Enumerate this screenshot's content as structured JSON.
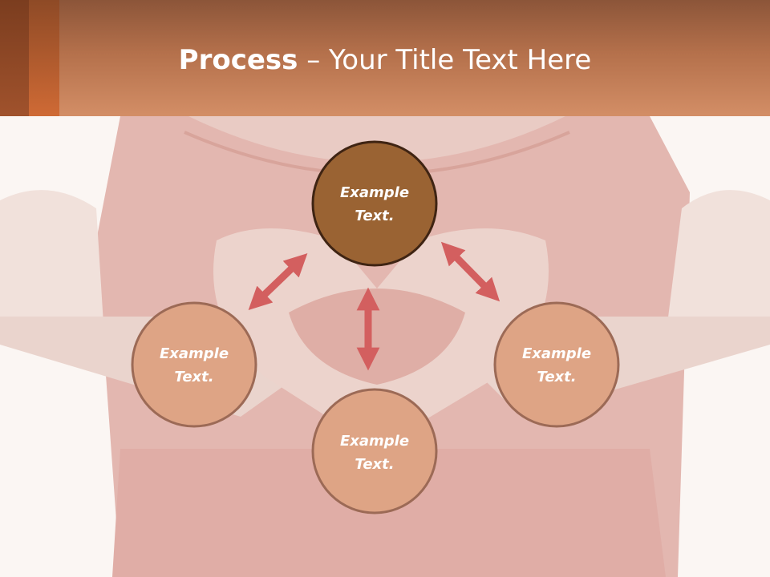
{
  "title": {
    "bold": "Process",
    "separator": " – ",
    "rest": "Your Title Text Here"
  },
  "nodes": [
    {
      "line1": "Example",
      "line2": "Text.",
      "role": "top"
    },
    {
      "line1": "Example",
      "line2": "Text.",
      "role": "left"
    },
    {
      "line1": "Example",
      "line2": "Text.",
      "role": "right"
    },
    {
      "line1": "Example",
      "line2": "Text.",
      "role": "bottom"
    }
  ],
  "colors": {
    "header_top": "#8c5539",
    "header_bottom": "#d38e66",
    "accent_dark": "#7b3d1f",
    "accent_orange": "#cf6a35",
    "top_node_fill": "#9a6333",
    "top_node_border": "#3f2413",
    "node_fill": "#dea485",
    "node_border": "#9c6a56",
    "arrow": "#d35f5f"
  },
  "background": "faded photo of person in red top making a heart shape with hands"
}
